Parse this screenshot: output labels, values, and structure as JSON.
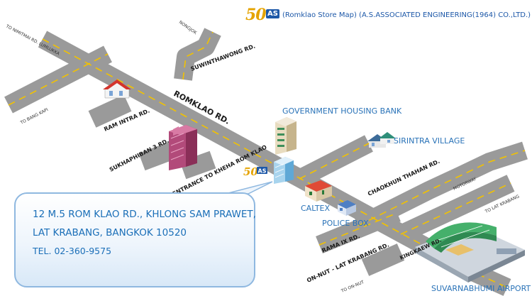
{
  "header": {
    "logo_number": "50",
    "logo_letters": "AS",
    "text": "(Romklao Store Map) (A.S.ASSOCIATED  ENGINEERING(1964) CO.,LTD.)"
  },
  "roads": {
    "romklao": "ROMKLAO RD.",
    "suwinthawong": "SUWINTHAWONG RD.",
    "ram_intra": "RAM INTRA RD.",
    "sukhaphiban": "SUKHAPHIBAN 3 RD.",
    "kheha": "ENTRANCE TO KHEHA ROM KLAO",
    "chaokhun": "CHAOKHUN THAHAN RD.",
    "rama_ix": "RAMA IX RD.",
    "on_nut": "ON-NUT - LAT KRABANG RD.",
    "kingkaew": "KINGKAEW RD.",
    "motorway": "MOTORWAY"
  },
  "directions": {
    "nimitmai": "TO NIMITMAI RD. LUMLUKKA",
    "nongjok": "NONGJOK",
    "bangkapi": "TO BANG KAPI",
    "latkrabang": "TO LAT KRABANG",
    "onnut": "TO ON-NUT"
  },
  "places": {
    "ghb": "GOVERNMENT  HOUSING BANK",
    "sirintra": "SIRINTRA VILLAGE",
    "caltex": "CALTEX",
    "police": "POLICE BOX",
    "airport": "SUVARNABHUMI AIRPORT"
  },
  "address": {
    "line1": "12 M.5 ROM KLAO RD., KHLONG SAM PRAWET,",
    "line2": "LAT KRABANG, BANGKOK 10520",
    "tel": "TEL. 02-360-9575"
  },
  "colors": {
    "road": "#9a9a9a",
    "road_edge": "#ffffff",
    "road_marking": "#f2c200",
    "label_blue": "#2a73b8",
    "brand_blue": "#1d58a8",
    "brand_gold": "#e5a300"
  }
}
